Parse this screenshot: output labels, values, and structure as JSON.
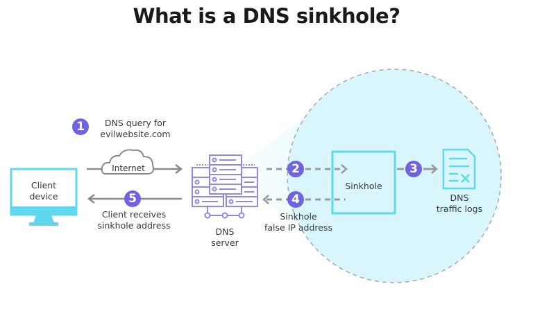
{
  "title": "What is a DNS sinkhole?",
  "colors": {
    "accent_purple": "#6f63e0",
    "cyan": "#5fd8ee",
    "circle_fill": "#d8f6fc",
    "arrow_gray": "#9a9a9a",
    "server_stroke": "#8f88e8"
  },
  "nodes": {
    "client": {
      "label_line1": "Client",
      "label_line2": "device",
      "icon": "monitor-icon"
    },
    "internet": {
      "label": "Internet",
      "icon": "cloud-icon"
    },
    "dns_server": {
      "label_line1": "DNS",
      "label_line2": "server",
      "icon": "server-rack-icon"
    },
    "sinkhole": {
      "label": "Sinkhole"
    },
    "logs": {
      "label_line1": "DNS",
      "label_line2": "traffic logs",
      "icon": "document-log-icon"
    }
  },
  "steps": [
    {
      "number": "1",
      "line1": "DNS query for",
      "line2": "evilwebsite.com"
    },
    {
      "number": "2",
      "line1": "",
      "line2": ""
    },
    {
      "number": "3",
      "line1": "",
      "line2": ""
    },
    {
      "number": "4",
      "line1": "Sinkhole",
      "line2": "false IP address"
    },
    {
      "number": "5",
      "line1": "Client receives",
      "line2": "sinkhole address"
    }
  ]
}
